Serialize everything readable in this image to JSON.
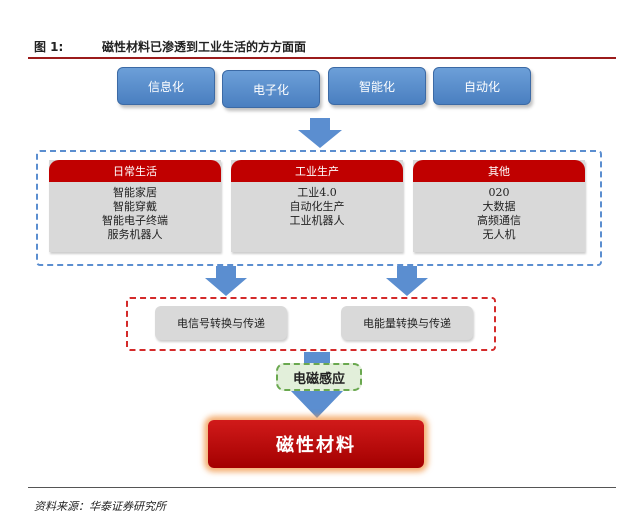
{
  "header": {
    "figure_number": "图 1:",
    "figure_caption": "磁性材料已渗透到工业生活的方方面面"
  },
  "top_nodes": [
    "信息化",
    "电子化",
    "智能化",
    "自动化"
  ],
  "categories": [
    {
      "title": "日常生活",
      "items": [
        "智能家居",
        "智能穿戴",
        "智能电子终端",
        "服务机器人"
      ]
    },
    {
      "title": "工业生产",
      "items": [
        "工业4.0",
        "自动化生产",
        "工业机器人"
      ]
    },
    {
      "title": "其他",
      "items": [
        "020",
        "大数据",
        "高频通信",
        "无人机"
      ]
    }
  ],
  "processes": [
    "电信号转换与传递",
    "电能量转换与传递"
  ],
  "mechanism_label": "电磁感应",
  "result": "磁性材料",
  "source": "资料来源：华泰证券研究所",
  "colors": {
    "accent_red": "#c00000",
    "node_blue": "#4a7fc0",
    "dash_blue": "#5b8ed0",
    "dash_red": "#d42a2a",
    "label_green": "#6aa84f"
  }
}
